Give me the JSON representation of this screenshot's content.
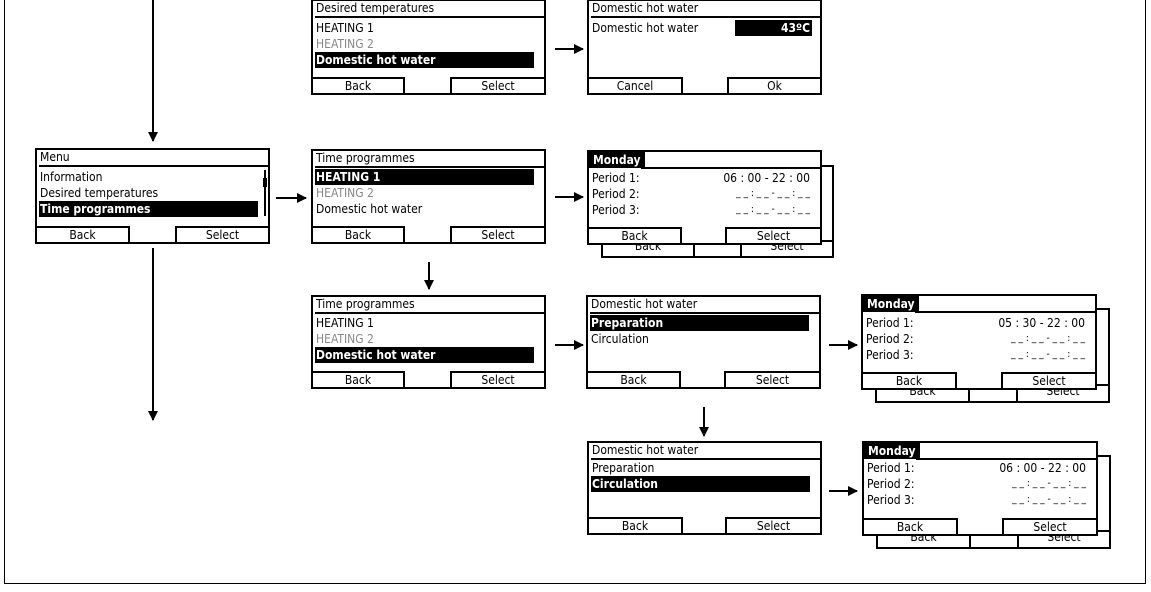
{
  "desired_temps": {
    "title": "Desired temperatures",
    "items": [
      "HEATING 1",
      "HEATING 2",
      "Domestic hot water"
    ],
    "back": "Back",
    "select": "Select"
  },
  "dhw_temp": {
    "title": "Domestic hot water",
    "label": "Domestic hot water",
    "value": "43ºC",
    "cancel": "Cancel",
    "ok": "Ok"
  },
  "menu": {
    "title": "Menu",
    "items": [
      "Information",
      "Desired temperatures",
      "Time programmes"
    ],
    "back": "Back",
    "select": "Select"
  },
  "time_prog_1": {
    "title": "Time programmes",
    "items": [
      "HEATING 1",
      "HEATING 2",
      "Domestic hot water"
    ],
    "back": "Back",
    "select": "Select"
  },
  "monday_1": {
    "title": "Monday",
    "periods": [
      {
        "label": "Period 1:",
        "value": "06 : 00 - 22 : 00"
      },
      {
        "label": "Period 2:",
        "value": "_ _ : _ _ - _ _ : _ _"
      },
      {
        "label": "Period 3:",
        "value": "_ _ : _ _ - _ _ : _ _"
      }
    ],
    "back": "Back",
    "select": "Select"
  },
  "time_prog_2": {
    "title": "Time programmes",
    "items": [
      "HEATING 1",
      "HEATING 2",
      "Domestic hot water"
    ],
    "back": "Back",
    "select": "Select"
  },
  "dhw_prep": {
    "title": "Domestic hot water",
    "items": [
      "Preparation",
      "Circulation"
    ],
    "back": "Back",
    "select": "Select"
  },
  "monday_2": {
    "title": "Monday",
    "periods": [
      {
        "label": "Period 1:",
        "value": "05 : 30 - 22 : 00"
      },
      {
        "label": "Period 2:",
        "value": "_ _ : _ _ - _ _ : _ _"
      },
      {
        "label": "Period 3:",
        "value": "_ _ : _ _ - _ _ : _ _"
      }
    ],
    "back": "Back",
    "select": "Select"
  },
  "dhw_circ": {
    "title": "Domestic hot water",
    "items": [
      "Preparation",
      "Circulation"
    ],
    "back": "Back",
    "select": "Select"
  },
  "monday_3": {
    "title": "Monday",
    "periods": [
      {
        "label": "Period 1:",
        "value": "06 : 00 - 22 : 00"
      },
      {
        "label": "Period 2:",
        "value": "_ _ : _ _ - _ _ : _ _"
      },
      {
        "label": "Period 3:",
        "value": "_ _ : _ _ - _ _ : _ _"
      }
    ],
    "back": "Back",
    "select": "Select"
  }
}
